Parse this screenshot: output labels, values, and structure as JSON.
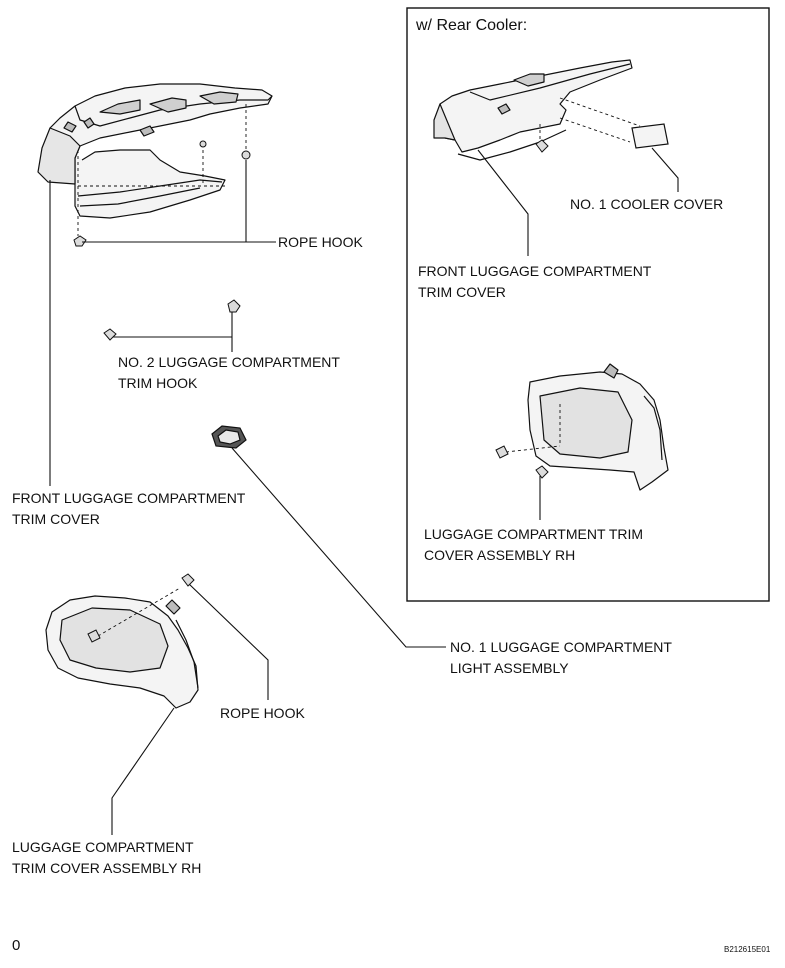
{
  "inset": {
    "title": "w/ Rear Cooler:",
    "cooler_cover_label": "NO. 1 COOLER COVER",
    "front_trim_label": [
      "FRONT LUGGAGE COMPARTMENT",
      "TRIM COVER"
    ],
    "rh_trim_label": [
      "LUGGAGE COMPARTMENT TRIM",
      "COVER ASSEMBLY RH"
    ]
  },
  "main": {
    "rope_hook_upper": "ROPE HOOK",
    "trim_hook_label": [
      "NO. 2 LUGGAGE COMPARTMENT",
      "TRIM HOOK"
    ],
    "front_trim_label": [
      "FRONT LUGGAGE COMPARTMENT",
      "TRIM COVER"
    ],
    "light_label": [
      "NO. 1 LUGGAGE COMPARTMENT",
      "LIGHT ASSEMBLY"
    ],
    "rope_hook_lower": "ROPE HOOK",
    "rh_trim_label": [
      "LUGGAGE COMPARTMENT",
      "TRIM COVER ASSEMBLY RH"
    ]
  },
  "footer": {
    "page_mark": "0",
    "figure_code": "B212615E01"
  },
  "colors": {
    "line": "#111111",
    "part_fill": "#f4f4f4",
    "part_shade": "#bdbdbd"
  }
}
